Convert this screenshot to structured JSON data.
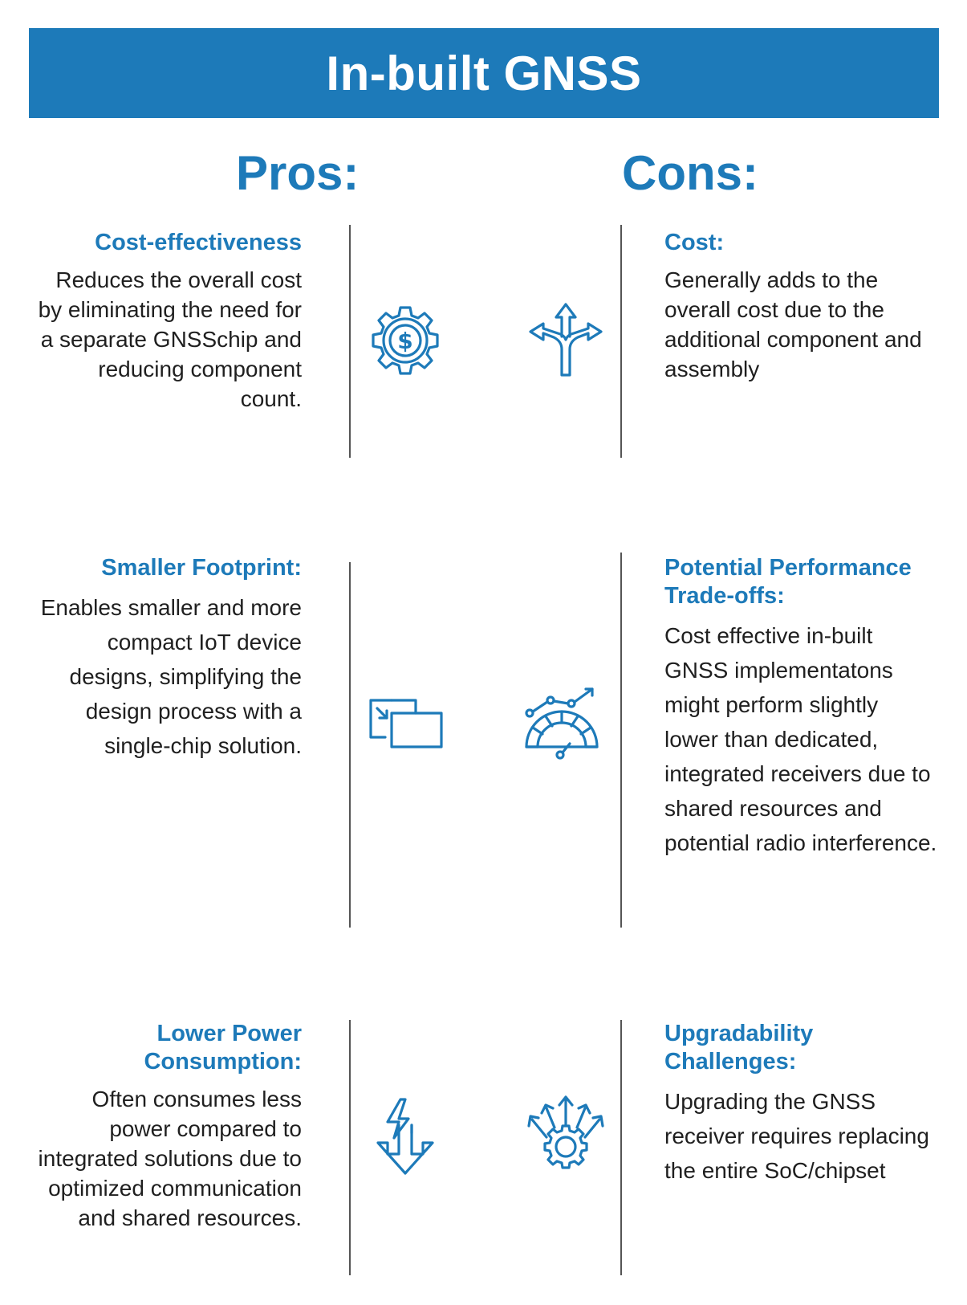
{
  "title": "In-built GNSS",
  "pros_heading": "Pros:",
  "cons_heading": "Cons:",
  "colors": {
    "accent": "#1d7ab9",
    "text": "#1f1f1f",
    "divider": "#555555"
  },
  "pros": [
    {
      "title": "Cost-effectiveness",
      "body": "Reduces the overall cost by eliminating the need for a separate GNSSchip and reducing component count.",
      "icon": "gear-dollar-icon"
    },
    {
      "title": "Smaller Footprint:",
      "body": "Enables smaller and more compact IoT device designs, simplifying  the design process with a single-chip solution.",
      "icon": "resize-window-icon"
    },
    {
      "title": "Lower Power Consumption:",
      "body": "Often consumes less power compared to integrated solutions due to optimized communication and shared resources.",
      "icon": "lightning-down-arrow-icon"
    }
  ],
  "cons": [
    {
      "title": "Cost:",
      "body": "Generally adds to the overall cost due to the additional component and assembly",
      "icon": "split-arrows-icon"
    },
    {
      "title": "Potential Performance Trade-offs:",
      "body": "Cost effective in-built GNSS implementatons might perform slightly lower than dedicated, integrated receivers due to shared resources and potential radio interference.",
      "icon": "gauge-trend-icon"
    },
    {
      "title": "Upgradability Challenges:",
      "body": "Upgrading the GNSS receiver requires replacing the entire SoC/chipset",
      "icon": "gear-arrows-up-icon"
    }
  ]
}
